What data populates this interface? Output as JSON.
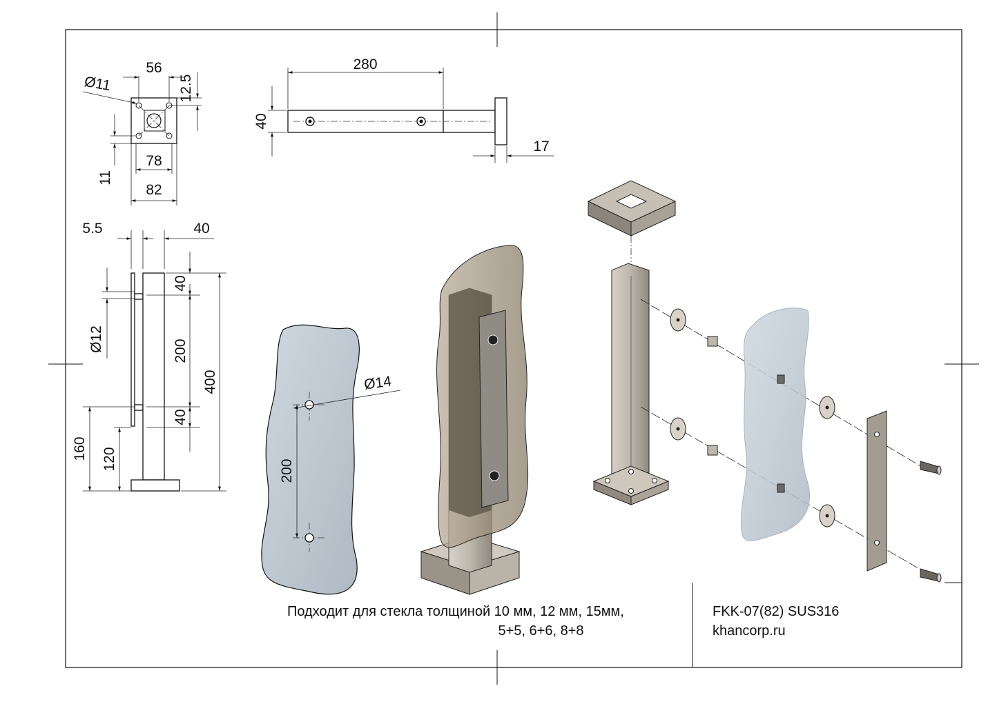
{
  "dimensions": {
    "top_view": {
      "width_56": "56",
      "hole_dia": "Ø11",
      "offset_12_5": "12.5",
      "inner_78": "78",
      "outer_82": "82",
      "edge_11": "11"
    },
    "front_view": {
      "length_280": "280",
      "height_40": "40",
      "flange_17": "17"
    },
    "side_view": {
      "plate_5_5": "5.5",
      "post_40": "40",
      "top_40": "40",
      "span_200": "200",
      "bottom_40": "40",
      "total_400": "400",
      "bolt_dia": "Ø12",
      "height_160": "160",
      "height_120": "120"
    },
    "glass_view": {
      "hole_dia": "Ø14",
      "span_200": "200"
    }
  },
  "notes": {
    "glass_thickness_line1": "Подходит для стекла толщиной  10 мм, 12 мм, 15мм,",
    "glass_thickness_line2": "5+5, 6+6, 8+8"
  },
  "title_block": {
    "model": "FKK-07(82) SUS316",
    "site": "khancorp.ru"
  },
  "colors": {
    "line": "#111111",
    "glass": "#c9d3dc",
    "glass_tinted": "#7a6b55",
    "steel": "#b8b1a6",
    "steel_dark": "#6e6960"
  }
}
